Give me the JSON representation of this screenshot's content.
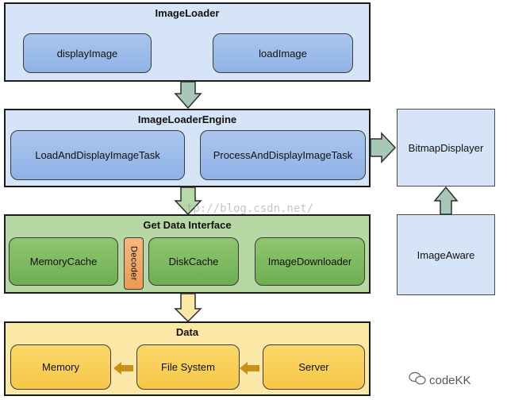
{
  "image_loader": {
    "title": "ImageLoader",
    "display_image": "displayImage",
    "load_image": "loadImage"
  },
  "engine": {
    "title": "ImageLoaderEngine",
    "load_task": "LoadAndDisplayImageTask",
    "process_task": "ProcessAndDisplayImageTask"
  },
  "get_data": {
    "title": "Get Data Interface",
    "memory_cache": "MemoryCache",
    "decoder": "Decoder",
    "disk_cache": "DiskCache",
    "downloader": "ImageDownloader"
  },
  "data": {
    "title": "Data",
    "memory": "Memory",
    "file_system": "File System",
    "server": "Server"
  },
  "bitmap_displayer": "BitmapDisplayer",
  "image_aware": "ImageAware",
  "watermark": "tp://blog.csdn.net/",
  "brand": "codeKK",
  "colors": {
    "blue_panel": "#d6e4f7",
    "blue_node": "#9bbcea",
    "green_panel": "#b7d7a5",
    "green_node": "#7ab95c",
    "orange_node": "#ef9f5c",
    "yellow_panel": "#fbe7a6",
    "yellow_node": "#f8cf58",
    "arrow_fill": "#a7c8b7",
    "brown_arrow": "#c79018"
  }
}
